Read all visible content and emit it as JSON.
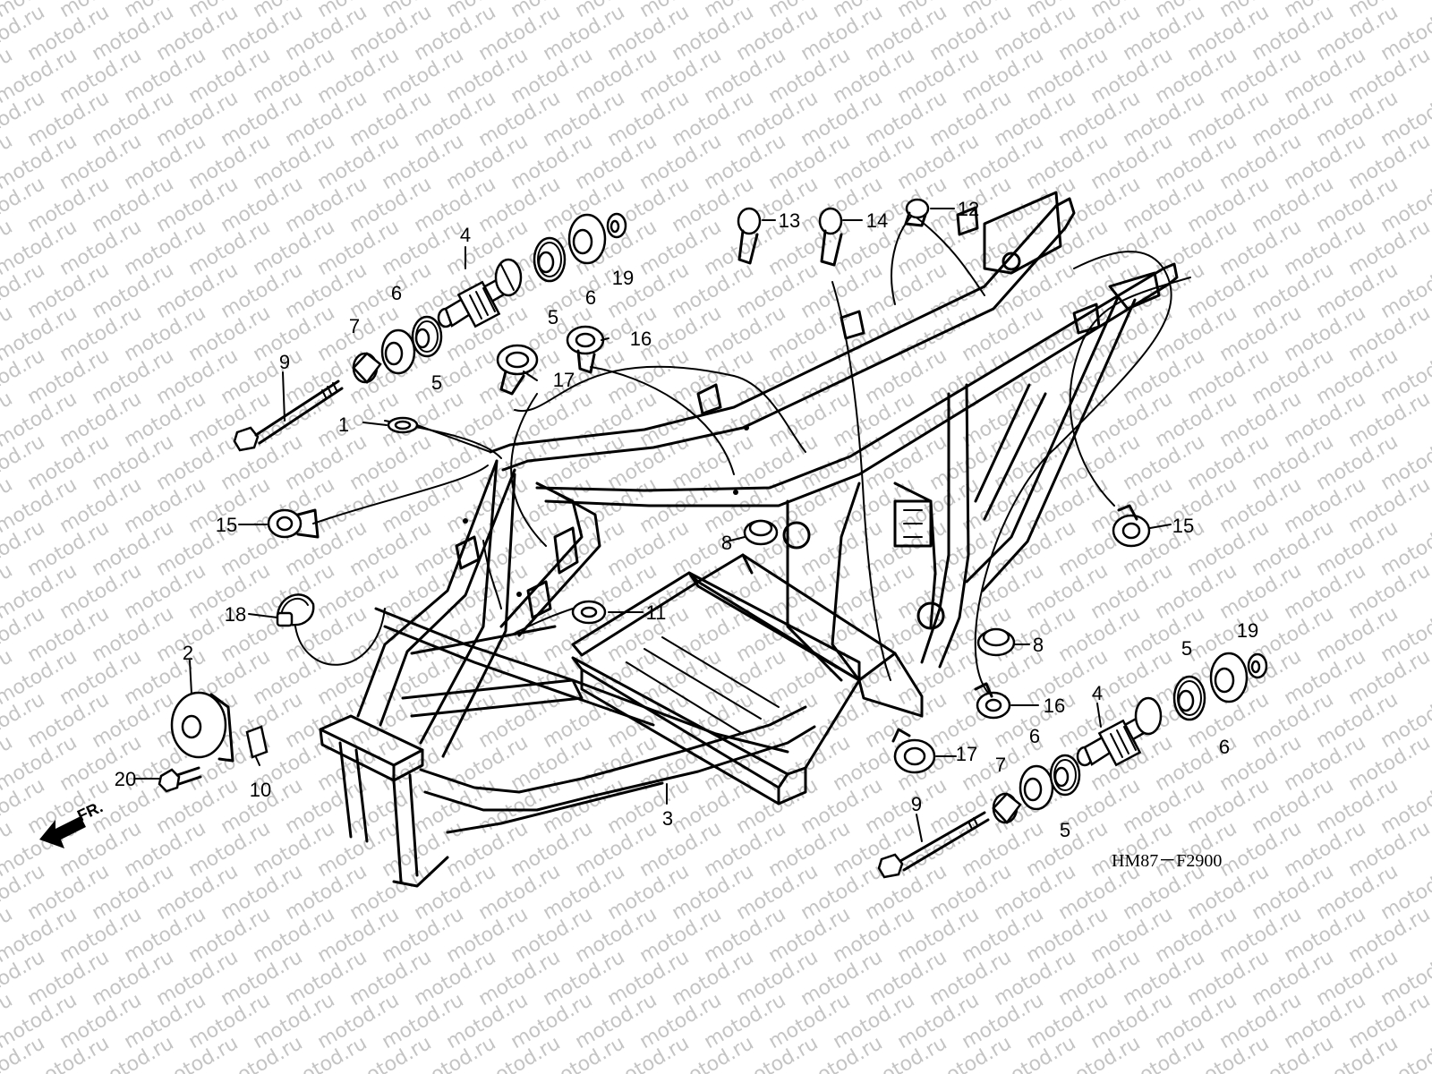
{
  "watermark": "motod.ru",
  "diagram_code": "HM87－F2900",
  "front_label": "FR.",
  "callouts": {
    "c1": "1",
    "c2": "2",
    "c3": "3",
    "c4a": "4",
    "c4b": "4",
    "c5a": "5",
    "c5b": "5",
    "c5c": "5",
    "c5d": "5",
    "c6a": "6",
    "c6b": "6",
    "c6c": "6",
    "c6d": "6",
    "c7a": "7",
    "c7b": "7",
    "c8a": "8",
    "c8b": "8",
    "c9a": "9",
    "c9b": "9",
    "c10": "10",
    "c11": "11",
    "c12": "12",
    "c13": "13",
    "c14": "14",
    "c15a": "15",
    "c15b": "15",
    "c16a": "16",
    "c16b": "16",
    "c17a": "17",
    "c17b": "17",
    "c18": "18",
    "c19a": "19",
    "c19b": "19",
    "c20": "20"
  }
}
